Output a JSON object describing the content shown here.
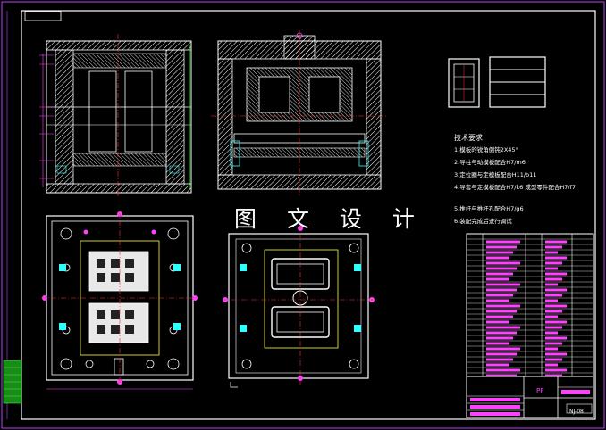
{
  "watermark": "图 文 设 计",
  "technical_requirements": {
    "title": "技术要求",
    "items": [
      "1.模板的锐角倒钝2X45°",
      "2.导柱与动模板配合H7/m6",
      "3.定位圈与定模板配合H11/b11",
      "4.导套与定模板配合H7/k6 成型零件配合H7/f7",
      "5.推杆与推杆孔配合H7/g6",
      "6.装配完成后进行调试"
    ]
  },
  "title_block": {
    "material": "PP",
    "drawing_number": "NJ-08"
  },
  "colors": {
    "background": "#000000",
    "border": "#ffffff",
    "centerline": "#ff3030",
    "dimension": "#ff40ff",
    "hatch": "#ffffff",
    "accent_green": "#30ff30",
    "accent_cyan": "#30ffff",
    "accent_yellow": "#ffff30"
  }
}
